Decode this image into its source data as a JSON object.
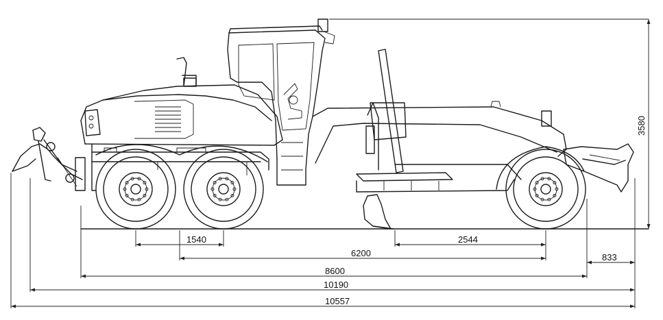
{
  "diagram": {
    "subject": "motor-grader-side-elevation",
    "line_color": "#1a1a1a",
    "background": "#ffffff"
  },
  "dimensions": {
    "tandem_spacing": "1540",
    "axle_base": "6200",
    "front_axle_to_moldboard": "2544",
    "overall_without_attachments": "8600",
    "length_with_ripper": "10190",
    "overall_length": "10557",
    "front_overhang": "833",
    "overall_height": "3580"
  }
}
